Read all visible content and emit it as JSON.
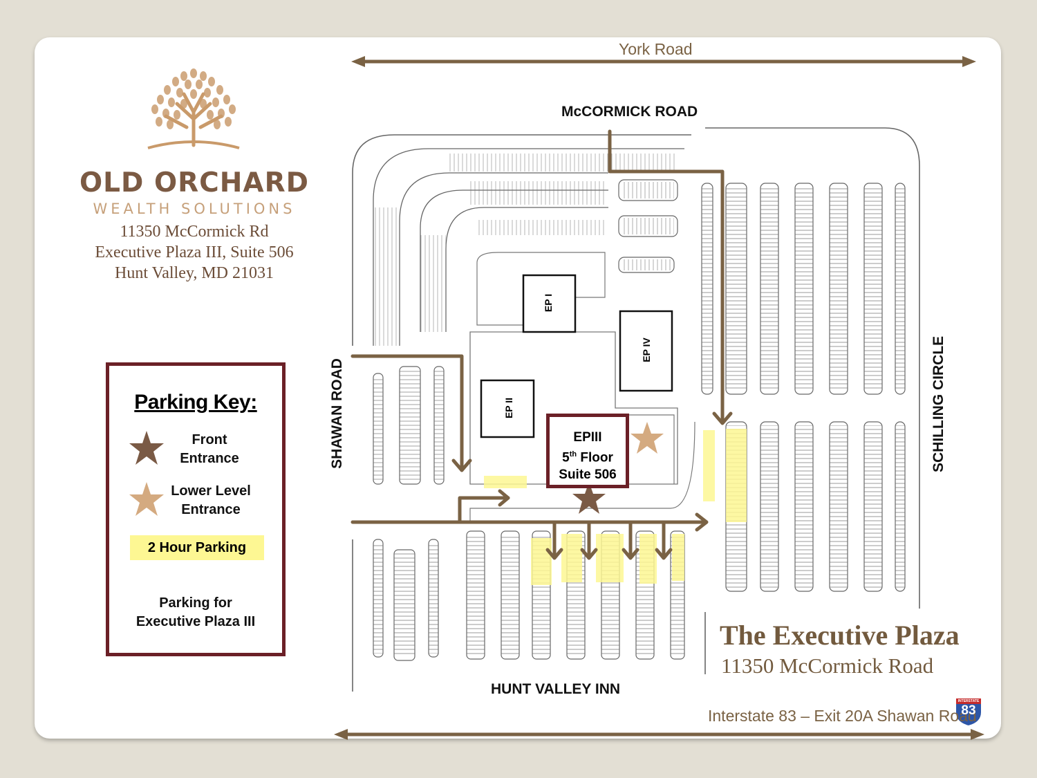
{
  "brand": {
    "name": "OLD ORCHARD",
    "tagline": "WEALTH SOLUTIONS",
    "address_lines": [
      "11350 McCormick Rd",
      "Executive Plaza III, Suite 506",
      "Hunt Valley, MD 21031"
    ]
  },
  "key": {
    "title": "Parking Key:",
    "front_entrance": [
      "Front",
      "Entrance"
    ],
    "lower_entrance": [
      "Lower Level",
      "Entrance"
    ],
    "two_hour": "2 Hour Parking",
    "parking_for": [
      "Parking for",
      "Executive Plaza III"
    ]
  },
  "map": {
    "york_road": "York Road",
    "mccormick_road": "McCORMICK ROAD",
    "shawan_road": "SHAWAN ROAD",
    "schilling_circle": "SCHILLING CIRCLE",
    "hunt_valley_inn": "HUNT VALLEY INN",
    "buildings": {
      "ep1": "EP I",
      "ep2": "EP II",
      "ep4": "EP IV"
    },
    "epiii": {
      "line1": "EPIII",
      "floor_num": "5",
      "floor_sup": "th",
      "floor_word": "Floor",
      "line3": "Suite 506"
    },
    "plaza_title": "The Executive Plaza",
    "plaza_address": "11350 McCormick Road",
    "interstate_text": "Interstate 83 – Exit 20A Shawan Road",
    "shield_top": "INTERSTATE",
    "shield_number": "83"
  },
  "colors": {
    "brown_arrow": "#7a6244",
    "front_star": "#7a5a45",
    "lower_star": "#d4aa80",
    "two_hour_yellow": "#fdf793",
    "key_border": "#6b2027",
    "shield_blue": "#2d56a8",
    "shield_red": "#c52b2b"
  }
}
